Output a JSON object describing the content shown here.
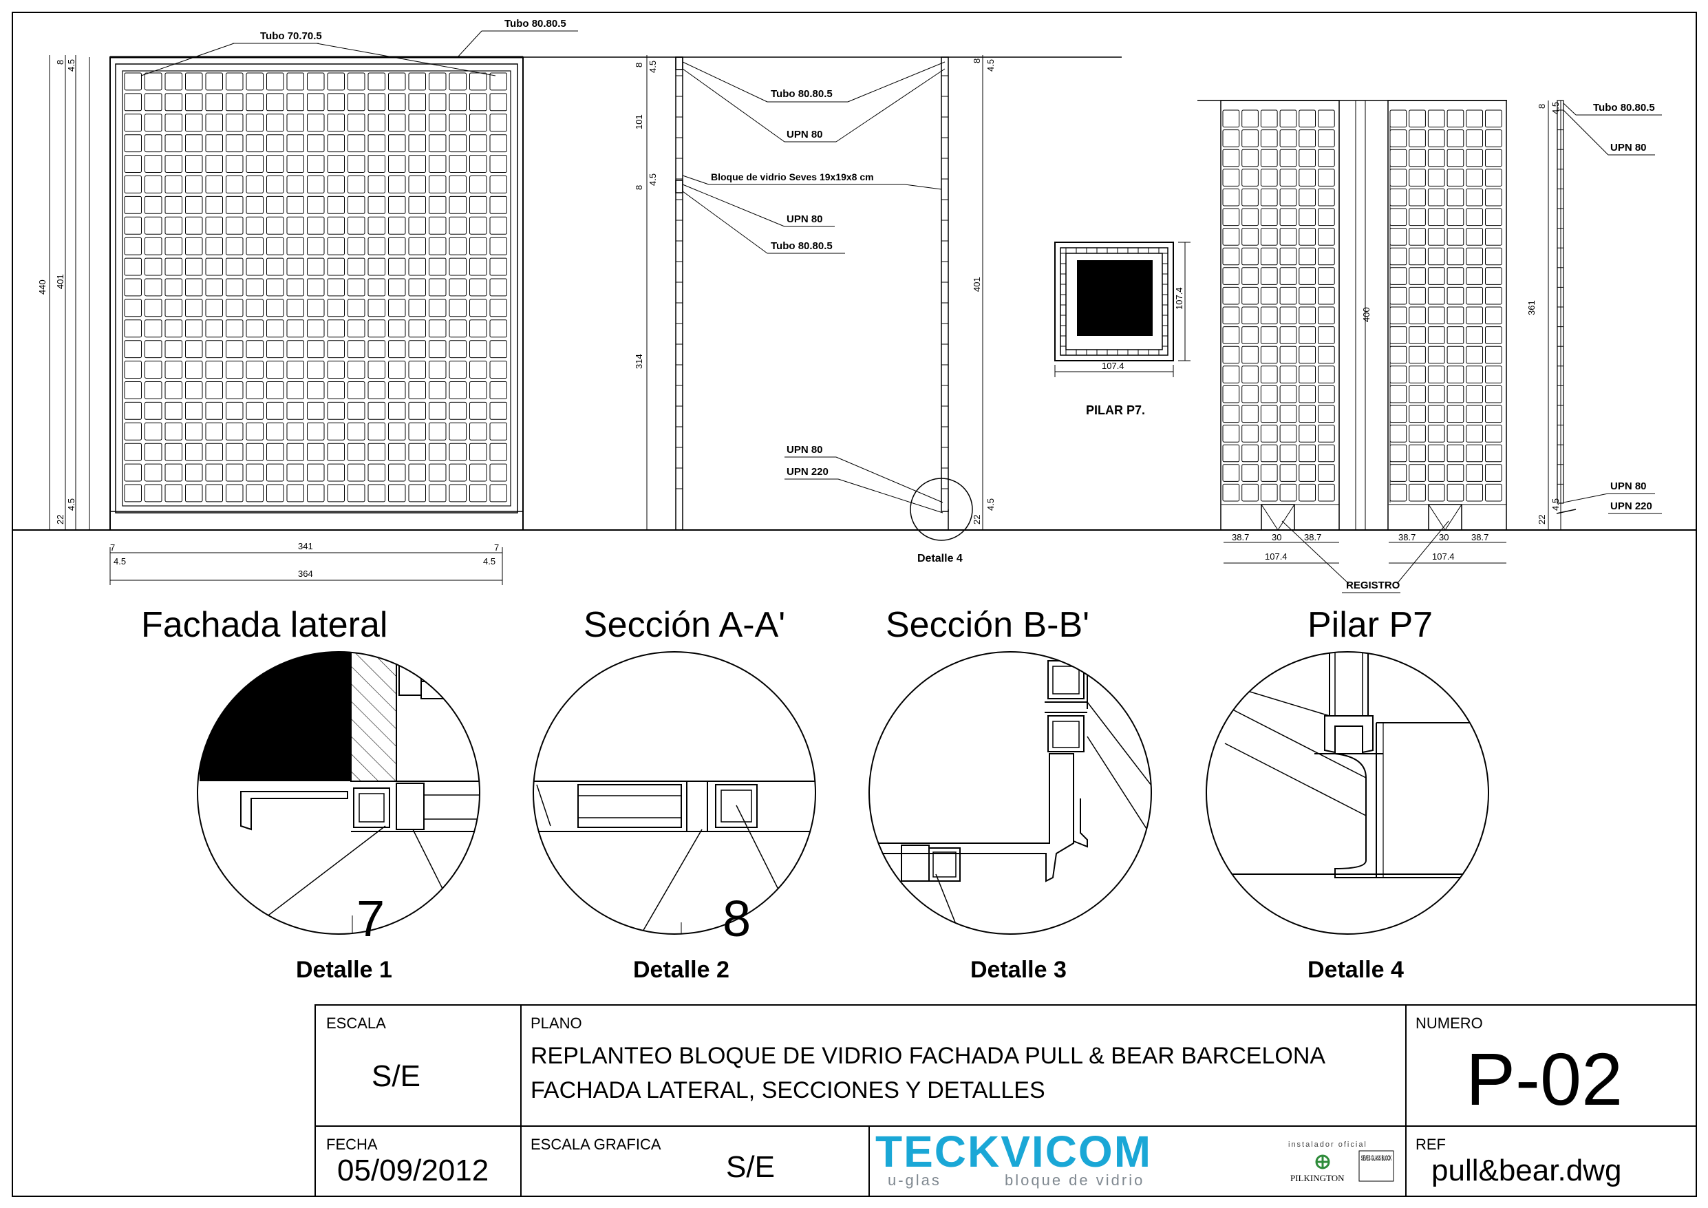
{
  "elevation": {
    "top_labels": [
      "Tubo 70.70.5",
      "Tubo 80.80.5"
    ],
    "vertical_dims": [
      "440",
      "401",
      "8",
      "4.5",
      "22",
      "4.5"
    ],
    "horizontal_dims": [
      "7",
      "4.5",
      "341",
      "7",
      "4.5",
      "364"
    ]
  },
  "section_aa": {
    "labels": [
      "Tubo 80.80.5",
      "UPN 80",
      "Bloque de vidrio Seves 19x19x8 cm",
      "UPN 80",
      "Tubo 80.80.5",
      "UPN 80",
      "UPN 220"
    ],
    "dims_left": [
      "8",
      "4.5",
      "101",
      "8",
      "4.5",
      "314"
    ],
    "dims_right": [
      "8",
      "4.5",
      "401",
      "22",
      "4.5"
    ],
    "detail_callout": "Detalle 4"
  },
  "pillar_plan": {
    "dim_h": "107.4",
    "dim_v": "107.4",
    "caption": "PILAR P7."
  },
  "pillar_section": {
    "dim_400": "400",
    "dim_361": "361",
    "dims_bottom": [
      "38.7",
      "30",
      "38.7",
      "107.4"
    ],
    "registro": "REGISTRO",
    "labels": [
      "Tubo 80.80.5",
      "UPN 80",
      "UPN 80",
      "UPN 220"
    ],
    "dims_right": [
      "8",
      "4.5",
      "22",
      "4.5"
    ]
  },
  "view_titles": [
    "Fachada lateral",
    "Sección A-A'",
    "Sección B-B'",
    "Pilar P7"
  ],
  "details": [
    {
      "caption": "Detalle 1",
      "marker": "7"
    },
    {
      "caption": "Detalle 2",
      "marker": "8"
    },
    {
      "caption": "Detalle 3",
      "marker": ""
    },
    {
      "caption": "Detalle 4",
      "marker": ""
    }
  ],
  "title_block": {
    "escala_label": "ESCALA",
    "escala_value": "S/E",
    "plano_label": "PLANO",
    "plano_line1": "REPLANTEO BLOQUE DE VIDRIO FACHADA PULL & BEAR BARCELONA",
    "plano_line2": "FACHADA LATERAL, SECCIONES Y DETALLES",
    "numero_label": "NUMERO",
    "numero_value": "P-02",
    "fecha_label": "FECHA",
    "fecha_value": "05/09/2012",
    "escala_grafica_label": "ESCALA GRAFICA",
    "escala_grafica_value": "S/E",
    "logo_text": "TECKVICOM",
    "logo_tagline_1": "u-glas",
    "logo_tagline_2": "bloque de vidrio",
    "instalador": "instalador oficial",
    "pilkington": "PILKINGTON",
    "seves": "SEVES GLASS BLOCK",
    "ref_label": "REF",
    "ref_value": "pull&bear.dwg"
  },
  "colors": {
    "line": "#000000",
    "logo_blue": "#1aa7d6",
    "logo_grey": "#7f8890",
    "pilkington_green": "#2e8b3a"
  }
}
